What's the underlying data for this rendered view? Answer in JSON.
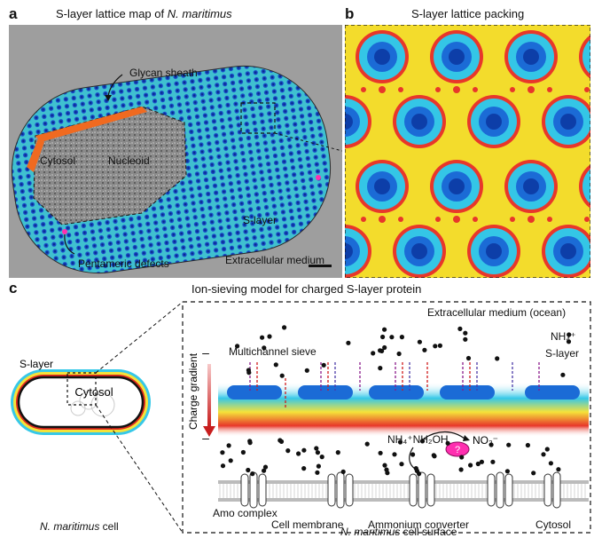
{
  "panel_a": {
    "letter": "a",
    "title_prefix": "S-layer lattice map of ",
    "title_species": "N. maritimus",
    "labels": {
      "glycan": "Glycan sheath",
      "cytosol": "Cytosol",
      "nucleoid": "Nucleoid",
      "slayer": "S-layer",
      "defects": "Pentameric defects",
      "medium": "Extracellular medium"
    }
  },
  "panel_b": {
    "letter": "b",
    "title": "S-layer lattice packing"
  },
  "panel_c": {
    "letter": "c",
    "title": "Ion-sieving model for charged S-layer protein",
    "cell": {
      "slayer": "S-layer",
      "cytosol": "Cytosol",
      "caption_species": "N. maritimus",
      "caption_rest": " cell"
    },
    "surface": {
      "medium": "Extracellular medium (ocean)",
      "sieve": "Multichannel sieve",
      "nh4": "NH₄⁺",
      "slayer": "S-layer",
      "charge": "Charge gradient",
      "minus": "–",
      "reaction_left": "NH₄⁺",
      "reaction_mid": "NH₂OH",
      "reaction_right": "NO₂⁻",
      "question": "?",
      "amo": "Amo complex",
      "membrane": "Cell membrane",
      "converter": "Ammonium converter",
      "cytosol": "Cytosol",
      "caption_species": "N. maritimus",
      "caption_rest": " cell surface"
    }
  },
  "colors": {
    "lattice_blue": "#1e6fd9",
    "lattice_cyan": "#36c8e8",
    "lattice_yellow": "#f5e23a",
    "lattice_red": "#e02a1f",
    "defect_magenta": "#ff2fb0"
  }
}
